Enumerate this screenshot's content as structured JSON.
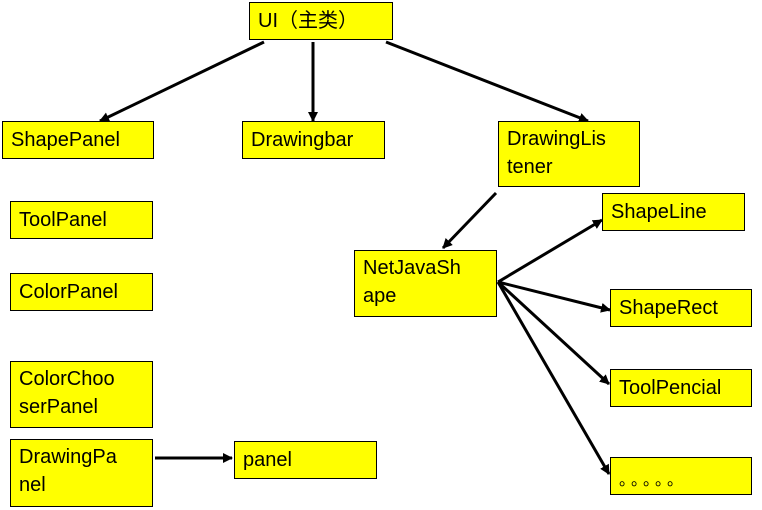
{
  "colors": {
    "node_fill": "#ffff00",
    "border": "#000000",
    "arrow": "#000000"
  },
  "nodes": {
    "ui": "UI（主类）",
    "shape_panel": "ShapePanel",
    "drawingbar": "Drawingbar",
    "drawing_listener": "DrawingLis\ntener",
    "tool_panel": "ToolPanel",
    "color_panel": "ColorPanel",
    "color_chooser_panel": "ColorChoo\nserPanel",
    "drawing_panel": "DrawingPa\nnel",
    "panel": "panel",
    "net_java_shape": "NetJavaSh\nape",
    "shape_line": "ShapeLine",
    "shape_rect": "ShapeRect",
    "tool_pencial": "ToolPencial",
    "more": "。。。。。"
  },
  "edges": [
    {
      "from": "ui",
      "to": "shape_panel"
    },
    {
      "from": "ui",
      "to": "drawingbar"
    },
    {
      "from": "ui",
      "to": "drawing_listener"
    },
    {
      "from": "drawing_listener",
      "to": "net_java_shape"
    },
    {
      "from": "net_java_shape",
      "to": "shape_line"
    },
    {
      "from": "net_java_shape",
      "to": "shape_rect"
    },
    {
      "from": "net_java_shape",
      "to": "tool_pencial"
    },
    {
      "from": "net_java_shape",
      "to": "more"
    },
    {
      "from": "drawing_panel",
      "to": "panel"
    }
  ]
}
